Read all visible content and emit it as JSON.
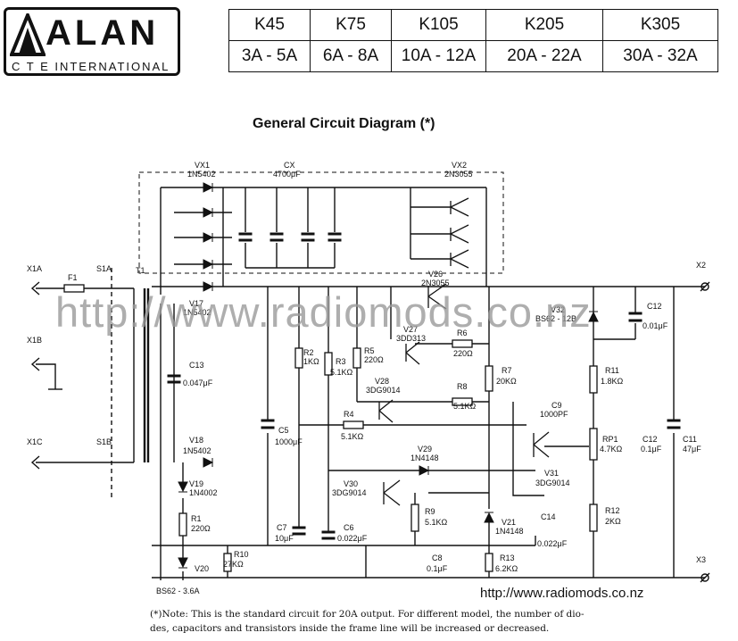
{
  "logo": {
    "word": "ALAN",
    "sub": "C T E INTERNATIONAL"
  },
  "models": {
    "names": [
      "K45",
      "K75",
      "K105",
      "K205",
      "K305"
    ],
    "currents": [
      "3A - 5A",
      "6A - 8A",
      "10A - 12A",
      "20A - 22A",
      "30A - 32A"
    ]
  },
  "title": "General Circuit Diagram (*)",
  "watermark": "http://www.radiomods.co.nz",
  "url": "http://www.radiomods.co.nz",
  "note_lines": [
    "(*)Note: This is the standard circuit for 20A output. For different model, the number of dio-",
    "des, capacitors and transistors inside the frame line will be increased or decreased."
  ],
  "labels": {
    "vx1": "VX1",
    "vx1v": "1N5402",
    "cx": "CX",
    "cxv": "4700μF",
    "vx2": "VX2",
    "vx2v": "2N3055",
    "x1a": "X1A",
    "f1": "F1",
    "s1a": "S1A",
    "t1": "T1",
    "x1b": "X1B",
    "x1c": "X1C",
    "s1b": "S1B",
    "x2": "X2",
    "x3": "X3",
    "v26": "V26",
    "v26v": "2N3055",
    "v17": "V17",
    "v17v": "1N5402",
    "v27": "V27",
    "v27v": "3DD313",
    "r6": "R6",
    "r6v": "220Ω",
    "v32": "V32",
    "v32v": "BS62 - 12B",
    "c12a": "C12",
    "c12av": "0.01μF",
    "c13": "C13",
    "c13v": "0.047μF",
    "r2": "R2",
    "r2v": "1KΩ",
    "r3": "R3",
    "r3v": "5.1KΩ",
    "r5": "R5",
    "r5v": "220Ω",
    "r7": "R7",
    "r7v": "20KΩ",
    "r11": "R11",
    "r11v": "1.8KΩ",
    "v28": "V28",
    "v28v": "3DG9014",
    "r8": "R8",
    "r8v": "5.1KΩ",
    "c9": "C9",
    "c9v": "1000PF",
    "c5": "C5",
    "c5v": "1000μF",
    "r4": "R4",
    "r4v": "5.1KΩ",
    "rp1": "RP1",
    "rp1v": "4.7KΩ",
    "c12b": "C12",
    "c12bv": "0.1μF",
    "c11": "C11",
    "c11v": "47μF",
    "v18": "V18",
    "v18v": "1N5402",
    "v29": "V29",
    "v29v": "1N4148",
    "v31": "V31",
    "v31v": "3DG9014",
    "v19": "V19",
    "v19v": "1N4002",
    "v30": "V30",
    "v30v": "3DG9014",
    "r9": "R9",
    "r9v": "5.1KΩ",
    "v21": "V21",
    "v21v": "1N4148",
    "c14": "C14",
    "c14v": "0.022μF",
    "r12": "R12",
    "r12v": "2KΩ",
    "r1": "R1",
    "r1v": "220Ω",
    "c7": "C7",
    "c7v": "10μF",
    "c6": "C6",
    "c6v": "0.022μF",
    "r10": "R10",
    "r10v": "27KΩ",
    "c8": "C8",
    "c8v": "0.1μF",
    "r13": "R13",
    "r13v": "6.2KΩ",
    "v20": "V20",
    "v20v": "BS62 - 3.6A"
  }
}
